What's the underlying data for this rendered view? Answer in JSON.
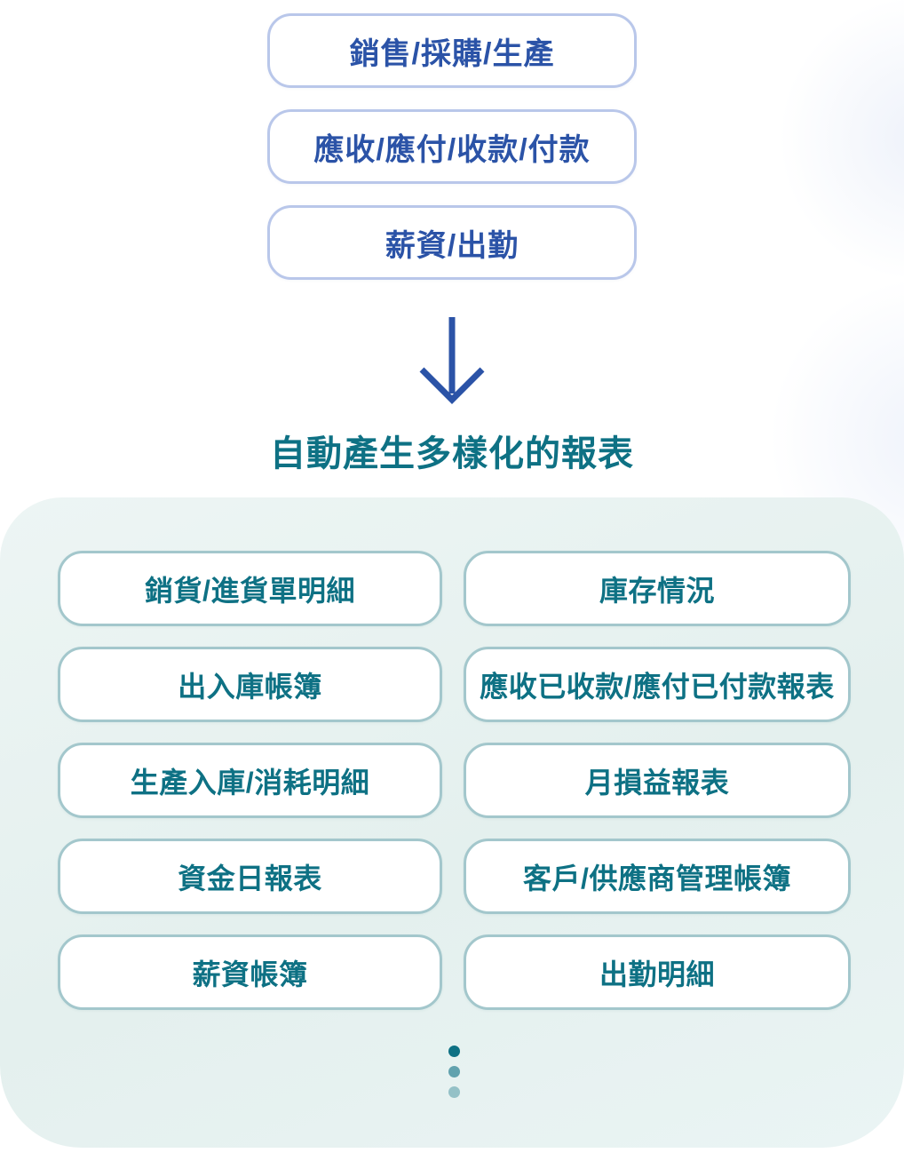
{
  "diagram": {
    "input_modules": [
      {
        "label": "銷售/採購/生產"
      },
      {
        "label": "應收/應付/收款/付款"
      },
      {
        "label": "薪資/出勤"
      }
    ],
    "arrow": {
      "icon": "down-arrow",
      "meaning": "flows-into"
    },
    "heading": "自動產生多樣化的報表",
    "report_items": [
      {
        "label": "銷貨/進貨單明細"
      },
      {
        "label": "庫存情況"
      },
      {
        "label": "出入庫帳簿"
      },
      {
        "label": "應收已收款/應付已付款報表"
      },
      {
        "label": "生產入庫/消耗明細"
      },
      {
        "label": "月損益報表"
      },
      {
        "label": "資金日報表"
      },
      {
        "label": "客戶/供應商管理帳簿"
      },
      {
        "label": "薪資帳簿"
      },
      {
        "label": "出勤明細"
      }
    ],
    "more_dots_count": 3
  },
  "colors": {
    "module_text": "#2b53a7",
    "module_border": "#b9c7ea",
    "arrow": "#2b53a7",
    "heading_text": "#0e7184",
    "report_text": "#0e7184",
    "report_border": "#a3c7cc",
    "panel_bg": "#e7f2f1",
    "dot": "#0e7184"
  }
}
